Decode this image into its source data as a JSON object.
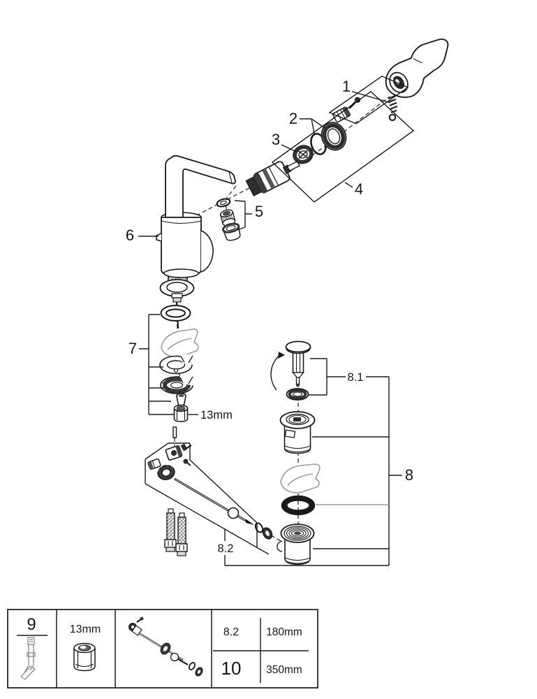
{
  "diagram": {
    "type": "exploded-parts-diagram",
    "subject": "single-lever-basin-mixer-faucet-with-pop-up-waste",
    "callouts": {
      "c1": "1",
      "c2": "2",
      "c3": "3",
      "c4": "4",
      "c5": "5",
      "c6": "6",
      "c7": "7",
      "c8": "8",
      "c8_1": "8.1",
      "c8_2": "8.2",
      "wrench_size": "13mm"
    },
    "part_icons": {
      "c1": "lever-handle-screw-set-icon",
      "c2": "cap-and-o-ring-icon",
      "c3": "retaining-ring-icon",
      "c4": "cartridge-group-icon",
      "c5": "aerator-mousseur-icon",
      "c6": "faucet-body-icon",
      "c7": "mounting-set-icon",
      "c8": "pop-up-waste-group-icon",
      "c8_1": "plug-and-seal-icon",
      "c8_2": "pop-up-rod-icon"
    },
    "colors": {
      "line": "#1a1a1a",
      "gray_line": "#9b9b9b",
      "dark_fill": "#3a3a3a",
      "background": "#ffffff"
    }
  },
  "legend_table": {
    "tool_ref": "9",
    "tool_icon": "mounting-tool-icon",
    "nut_size": "13mm",
    "nut_icon": "hex-nut-icon",
    "rod_icon": "pop-up-rod-assembly-icon",
    "rows": [
      {
        "ref": "8.2",
        "length": "180mm"
      },
      {
        "ref": "10",
        "length": "350mm"
      }
    ]
  }
}
